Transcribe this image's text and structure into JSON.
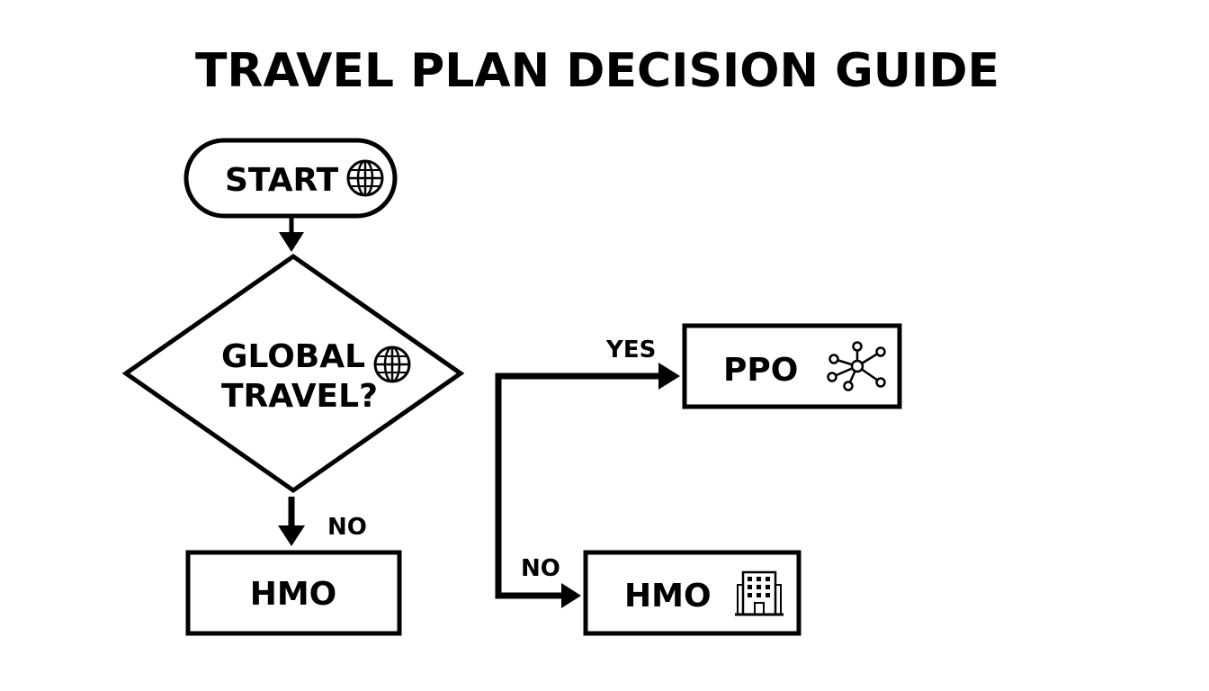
{
  "title": "TRAVEL PLAN DECISION GUIDE",
  "nodes": {
    "start": {
      "label": "START",
      "icon": "globe-icon"
    },
    "decision": {
      "line1": "GLOBAL",
      "line2": "TRAVEL?",
      "icon": "globe-icon"
    },
    "hmo_left": {
      "label": "HMO"
    },
    "ppo": {
      "label": "PPO",
      "icon": "network-icon"
    },
    "hmo_right": {
      "label": "HMO",
      "icon": "building-icon"
    }
  },
  "edges": {
    "decision_no": "NO",
    "branch_yes": "YES",
    "branch_no": "NO"
  },
  "colors": {
    "stroke": "#000000",
    "background": "#ffffff"
  }
}
